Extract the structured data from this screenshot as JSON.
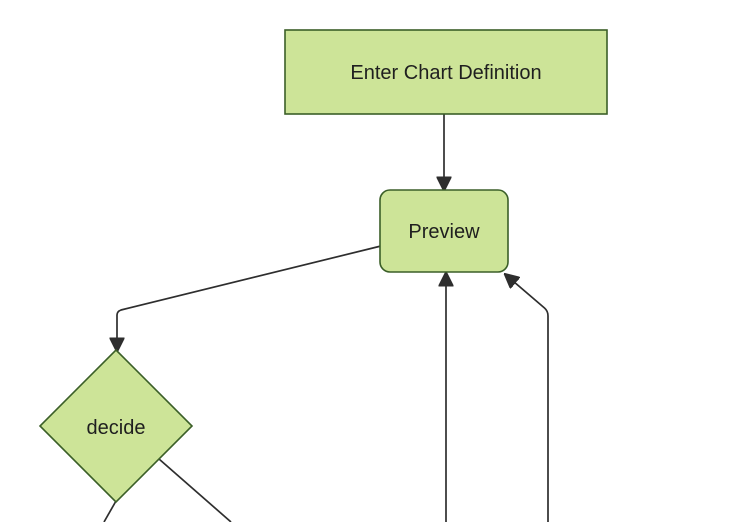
{
  "diagram": {
    "kind": "flowchart",
    "direction": "top-down",
    "theme": {
      "background": "#ffffff",
      "node_fill": "#cde498",
      "node_border": "#3b5f28",
      "edge_color": "#2e2e2e",
      "text_color": "#1f1f1f",
      "arrow_marker": "filled-triangle"
    },
    "nodes": [
      {
        "id": "enter-chart-definition",
        "label": "Enter Chart Definition",
        "shape": "rectangle"
      },
      {
        "id": "preview",
        "label": "Preview",
        "shape": "rounded-rectangle"
      },
      {
        "id": "decide",
        "label": "decide",
        "shape": "diamond"
      }
    ],
    "edges": [
      {
        "from": "enter-chart-definition",
        "to": "preview",
        "arrow": "down"
      },
      {
        "from": "preview",
        "to": "decide",
        "arrow": "down-left"
      },
      {
        "from": "decide",
        "to": "offscreen-bottom-left",
        "arrow": "none-visible"
      },
      {
        "from": "decide",
        "to": "offscreen-bottom-right",
        "arrow": "none-visible"
      },
      {
        "from": "offscreen-bottom-center",
        "to": "preview",
        "arrow": "up"
      },
      {
        "from": "offscreen-bottom-right",
        "to": "preview",
        "arrow": "up-left"
      }
    ]
  }
}
